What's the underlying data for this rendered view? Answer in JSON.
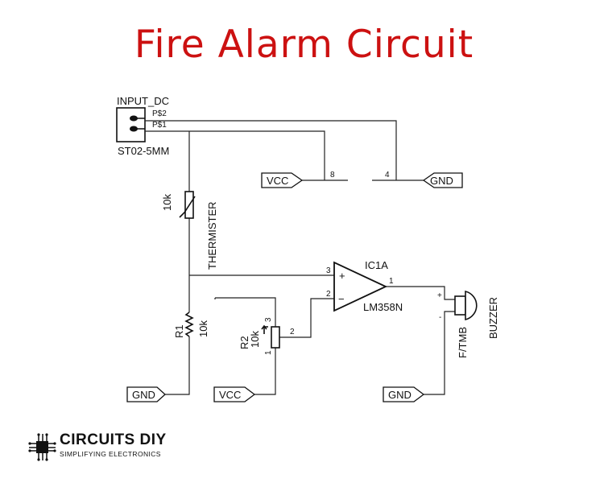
{
  "title": "Fire Alarm Circuit",
  "connector": {
    "name": "INPUT_DC",
    "value": "ST02-5MM",
    "pin2": "P$2",
    "pin1": "P$1"
  },
  "power_pins": {
    "vcc_pin": "8",
    "gnd_pin": "4"
  },
  "thermistor": {
    "value": "10k",
    "name": "THERMISTER"
  },
  "r1": {
    "name": "R1",
    "value": "10k"
  },
  "r2": {
    "name": "R2",
    "value": "10k",
    "pin_top": "3",
    "pin_bottom": "1",
    "pin_wiper": "2"
  },
  "opamp": {
    "name": "IC1A",
    "value": "LM358N",
    "pin_plus": "3",
    "pin_minus": "2",
    "pin_out": "1",
    "plus_sign": "+",
    "minus_sign": "−"
  },
  "buzzer": {
    "name": "BUZZER",
    "value": "F/TMB",
    "plus": "+",
    "minus": "-"
  },
  "labels": {
    "vcc": "VCC",
    "gnd": "GND"
  },
  "logo": {
    "name": "CIRCUITS DIY",
    "tagline": "SIMPLIFYING ELECTRONICS"
  },
  "colors": {
    "title": "#cc1111",
    "ink": "#111111"
  }
}
